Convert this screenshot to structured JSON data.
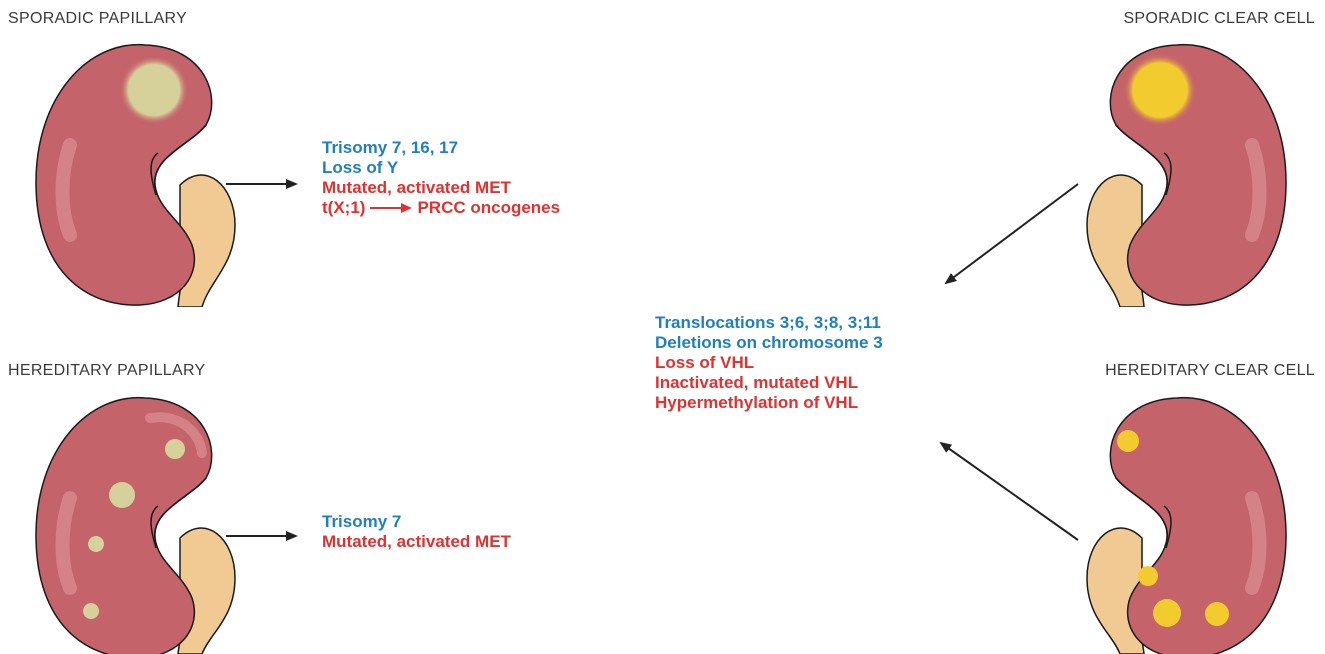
{
  "colors": {
    "kidney_fill": "#c4636a",
    "kidney_stroke": "#1a1a1a",
    "kidney_highlight": "#d98a8e",
    "ureter_fill": "#f0c993",
    "papillary_tumor": "#d6d19a",
    "clear_cell_tumor": "#f2cc2e",
    "text_blue": "#1f7fc4",
    "text_red": "#e2312f",
    "arrow": "#222222"
  },
  "panels": {
    "sporadic_papillary": {
      "title": "SPORADIC PAPILLARY"
    },
    "hereditary_papillary": {
      "title": "HEREDITARY PAPILLARY"
    },
    "sporadic_clear_cell": {
      "title": "SPORADIC CLEAR CELL"
    },
    "hereditary_clear_cell": {
      "title": "HEREDITARY CLEAR CELL"
    }
  },
  "sporadic_papillary_changes": {
    "line1": "Trisomy 7, 16, 17",
    "line2": "Loss of Y",
    "line3": "Mutated, activated MET",
    "line4_left": "t(X;1)",
    "line4_right": "PRCC oncogenes"
  },
  "hereditary_papillary_changes": {
    "line1": "Trisomy 7",
    "line2": "Mutated, activated MET"
  },
  "clear_cell_changes": {
    "line1": "Translocations 3;6, 3;8, 3;11",
    "line2": "Deletions on chromosome 3",
    "line3": "Loss of VHL",
    "line4": "Inactivated, mutated VHL",
    "line5": "Hypermethylation of VHL"
  }
}
